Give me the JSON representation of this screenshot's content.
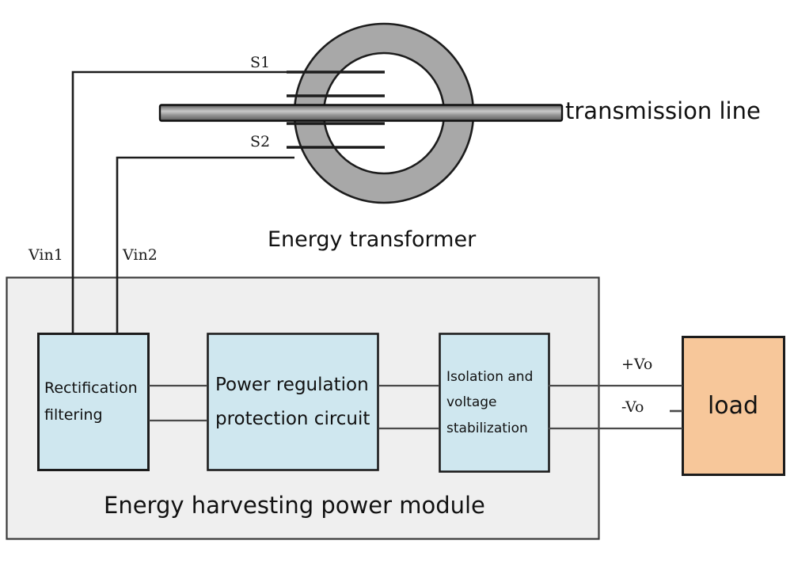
{
  "diagram": {
    "title_module": "Energy harvesting power module",
    "title_transformer": "Energy transformer",
    "label_transmission_line": "transmission line",
    "secondary_terminals": {
      "s1": "S1",
      "s2": "S2"
    },
    "module_inputs": {
      "vin1": "Vin1",
      "vin2": "Vin2"
    },
    "output_terminals": {
      "plus": "+Vo",
      "minus": "-Vo"
    },
    "blocks": [
      {
        "id": "rectification-filtering",
        "line1": "Rectification",
        "line2": "filtering",
        "line3": "",
        "fill": "#cfe7ef",
        "stroke": "#1c1c1c"
      },
      {
        "id": "power-regulation",
        "line1": "Power regulation",
        "line2": "protection circuit",
        "line3": "",
        "fill": "#cfe7ef",
        "stroke": "#1c1c1c"
      },
      {
        "id": "isolation-stabilization",
        "line1": "Isolation and",
        "line2": "voltage",
        "line3": "stabilization",
        "fill": "#cfe7ef",
        "stroke": "#1c1c1c"
      }
    ],
    "load": {
      "label": "load",
      "fill": "#f7c79a",
      "stroke": "#1c1c1c"
    },
    "colors": {
      "module_panel_fill": "#efefef",
      "module_panel_stroke": "#3a3a3a",
      "core_fill": "#a8a8a8",
      "core_stroke": "#1c1c1c",
      "wire": "#1c1c1c",
      "block_fill": "#cfe7ef",
      "load_fill": "#f7c79a"
    }
  }
}
